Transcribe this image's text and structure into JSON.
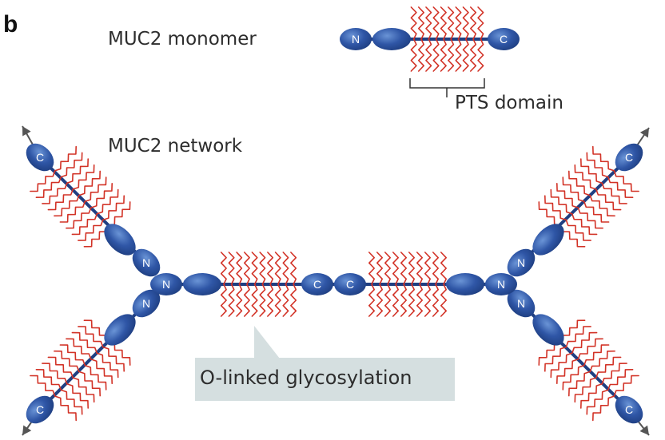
{
  "panel_letter": "b",
  "monomer": {
    "title": "MUC2 monomer",
    "domain_label": "PTS domain"
  },
  "network": {
    "title": "MUC2 network",
    "callout": "O-linked glycosylation"
  },
  "labels": {
    "n": "N",
    "c": "C"
  },
  "colors": {
    "protein": "#2a4f9e",
    "protein_light": "#5d88cc",
    "glycan": "#d23226",
    "arrow": "#555555",
    "callout_bg": "#d5dfe0",
    "text": "#2d2d2d"
  }
}
